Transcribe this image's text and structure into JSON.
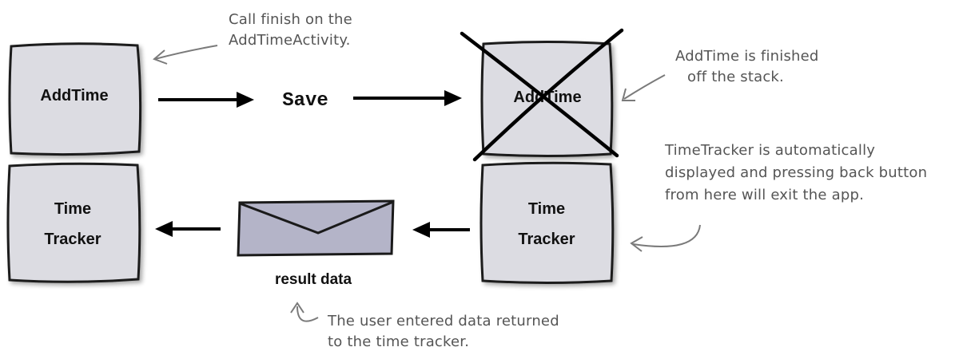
{
  "boxes": {
    "left_top": "AddTime",
    "left_bottom_line1": "Time",
    "left_bottom_line2": "Tracker",
    "right_top": "AddTime",
    "right_bottom_line1": "Time",
    "right_bottom_line2": "Tracker"
  },
  "flow": {
    "save_label": "Save",
    "envelope_label": "result data"
  },
  "notes": {
    "finish_line1": "Call finish on the",
    "finish_line2": "AddTimeActivity.",
    "finished_line1": "AddTime is finished",
    "finished_line2": "off the stack.",
    "tracker_line1": "TimeTracker is automatically",
    "tracker_line2": "displayed and pressing back button",
    "tracker_line3": "from here will exit the app.",
    "user_line1": "The user entered data returned",
    "user_line2": "to the time tracker."
  },
  "colors": {
    "box_fill": "#dcdce2",
    "box_border": "#1a1a1a",
    "envelope_fill": "#b4b4c8",
    "annotation_gray": "#7a7a7a",
    "arrow": "#000000"
  }
}
